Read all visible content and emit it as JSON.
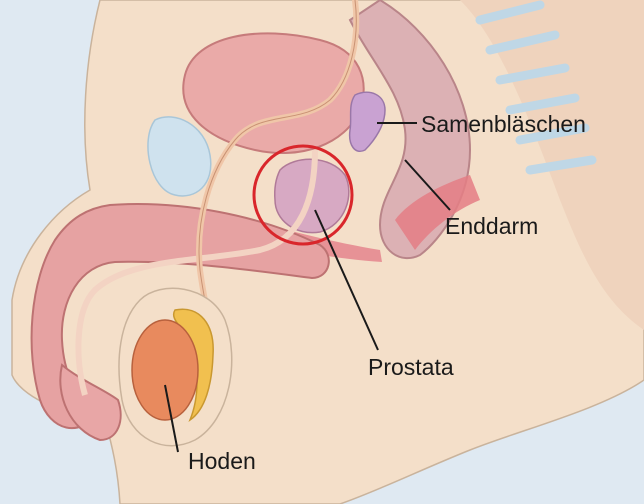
{
  "labels": {
    "seminal_vesicles": "Samenbläschen",
    "rectum": "Enddarm",
    "prostate": "Prostata",
    "testis": "Hoden"
  },
  "colors": {
    "background": "#dfe9f2",
    "body_skin": "#f6e3cf",
    "bladder": "#e8a9a6",
    "highlight_circle": "#d9262b",
    "leader_lines": "#1a1a1a"
  }
}
